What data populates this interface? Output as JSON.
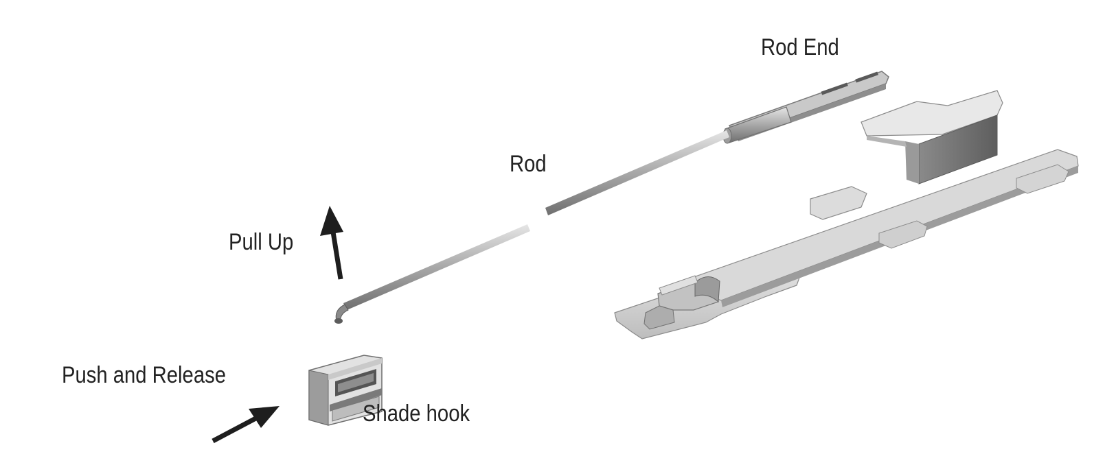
{
  "labels": {
    "rod_end": "Rod End",
    "rod": "Rod",
    "pull_up": "Pull Up",
    "push_and_release": "Push and Release",
    "shade_hook": "Shade hook"
  },
  "parts": [
    "rod-end",
    "rod",
    "shade-hook",
    "mounting-bracket"
  ],
  "arrows": [
    "pull-up-arrow",
    "push-arrow"
  ],
  "colors": {
    "background": "#ffffff",
    "text": "#222222",
    "part_light": "#d6d6d6",
    "part_mid": "#a9a9a9",
    "part_dark": "#6e6e6e",
    "arrow": "#1e1e1e"
  }
}
